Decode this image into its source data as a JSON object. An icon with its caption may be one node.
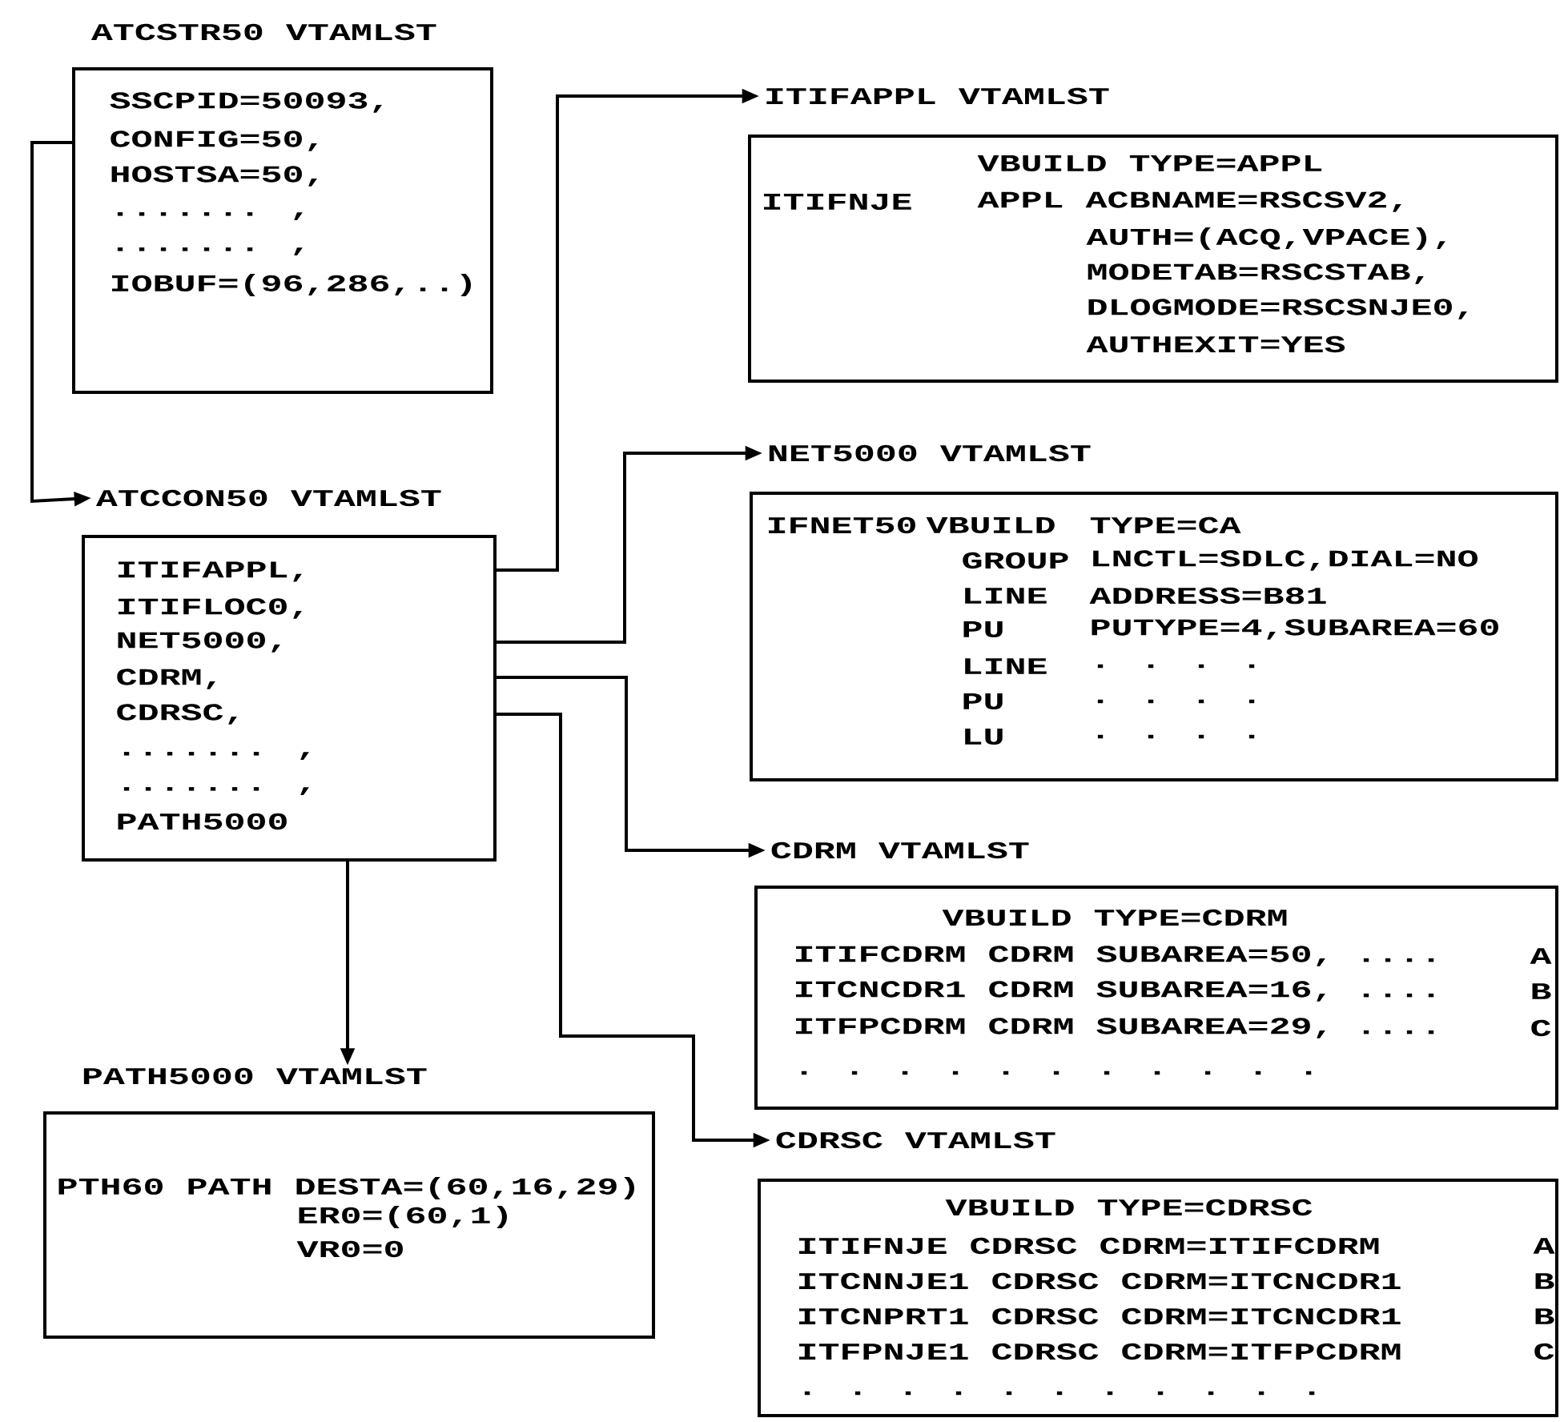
{
  "diagram": {
    "nodes": [
      {
        "text": [
          "ATCSTR50 VTAMLST",
          "SSCPID=50093,",
          "CONFIG=50,",
          "HOSTSA=50,",
          "....... ,",
          "....... ,",
          "IOBUF=(96,286,..)"
        ]
      },
      {
        "text": [
          "ATCCON50 VTAMLST",
          "ITIFAPPL,",
          "ITIFLOC0,",
          "NET5000,",
          "CDRM,",
          "CDRSC,",
          "....... ,",
          "....... ,",
          "PATH5000"
        ]
      },
      {
        "text": [
          "ITIFAPPL VTAMLST",
          "VBUILD TYPE=APPL",
          "ITIFNJE",
          "APPL ACBNAME=RSCSV2,",
          "AUTH=(ACQ,VPACE),",
          "MODETAB=RSCSTAB,",
          "DLOGMODE=RSCSNJE0,",
          "AUTHEXIT=YES"
        ]
      },
      {
        "text": [
          "NET5000 VTAMLST",
          "IFNET50",
          "VBUILD",
          "TYPE=CA",
          "GROUP",
          "LNCTL=SDLC,DIAL=NO",
          "LINE",
          "ADDRESS=B81",
          "PU",
          "PUTYPE=4,SUBAREA=60",
          "LINE",
          ". . . .",
          "PU",
          ". . . .",
          "LU",
          ". . . ."
        ]
      },
      {
        "text": [
          "PATH5000 VTAMLST",
          "PTH60 PATH DESTA=(60,16,29)",
          "ER0=(60,1)",
          "VR0=0"
        ]
      },
      {
        "text": [
          "CDRM VTAMLST",
          "VBUILD TYPE=CDRM",
          "ITIFCDRM CDRM SUBAREA=50, ....",
          "A",
          "ITCNCDR1 CDRM SUBAREA=16, ....",
          "B",
          "ITFPCDRM CDRM SUBAREA=29, ....",
          "C",
          ". . . . . . . . . . ."
        ]
      },
      {
        "text": [
          "CDRSC VTAMLST",
          "VBUILD TYPE=CDRSC",
          "ITIFNJE CDRSC CDRM=ITIFCDRM",
          "A",
          "ITCNNJE1 CDRSC CDRM=ITCNCDR1",
          "B",
          "ITCNPRT1 CDRSC CDRM=ITCNCDR1",
          "B",
          "ITFPNJE1 CDRSC CDRM=ITFPCDRM",
          "C",
          ". . . . . . . . . . ."
        ]
      }
    ],
    "edges": [
      {
        "from": 0,
        "to": 1,
        "arrow": "to"
      },
      {
        "from": 1,
        "to": 2,
        "arrow": "to"
      },
      {
        "from": 1,
        "to": 3,
        "arrow": "to"
      },
      {
        "from": 1,
        "to": 5,
        "arrow": "to"
      },
      {
        "from": 1,
        "to": 6,
        "arrow": "to"
      },
      {
        "from": 1,
        "to": 4,
        "arrow": "to"
      }
    ]
  }
}
